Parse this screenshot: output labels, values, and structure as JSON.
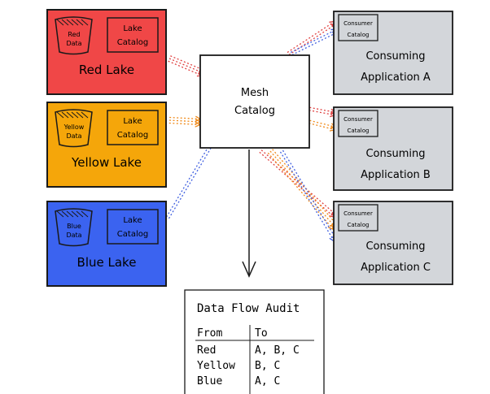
{
  "lakes": [
    {
      "name": "Red Lake",
      "data_label": [
        "Red",
        "Data"
      ],
      "catalog_label": [
        "Lake",
        "Catalog"
      ],
      "color": "#f04747"
    },
    {
      "name": "Yellow Lake",
      "data_label": [
        "Yellow",
        "Data"
      ],
      "catalog_label": [
        "Lake",
        "Catalog"
      ],
      "color": "#f5a60a"
    },
    {
      "name": "Blue Lake",
      "data_label": [
        "Blue",
        "Data"
      ],
      "catalog_label": [
        "Lake",
        "Catalog"
      ],
      "color": "#3b63f0"
    }
  ],
  "mesh": {
    "label": [
      "Mesh",
      "Catalog"
    ]
  },
  "consumers": [
    {
      "name": [
        "Consuming",
        "Application A"
      ],
      "catalog_label": [
        "Consumer",
        "Catalog"
      ]
    },
    {
      "name": [
        "Consuming",
        "Application B"
      ],
      "catalog_label": [
        "Consumer",
        "Catalog"
      ]
    },
    {
      "name": [
        "Consuming",
        "Application C"
      ],
      "catalog_label": [
        "Consumer",
        "Catalog"
      ]
    }
  ],
  "audit": {
    "title": "Data Flow Audit",
    "headers": [
      "From",
      "To"
    ],
    "rows": [
      [
        "Red",
        "A, B, C"
      ],
      [
        "Yellow",
        "B, C"
      ],
      [
        "Blue",
        "A, C"
      ]
    ]
  },
  "colors": {
    "consumer_fill": "#d3d6da",
    "red_flow": "#e04040",
    "yellow_flow": "#f08a1a",
    "blue_flow": "#4060e0",
    "stroke": "#1a1a1a"
  }
}
